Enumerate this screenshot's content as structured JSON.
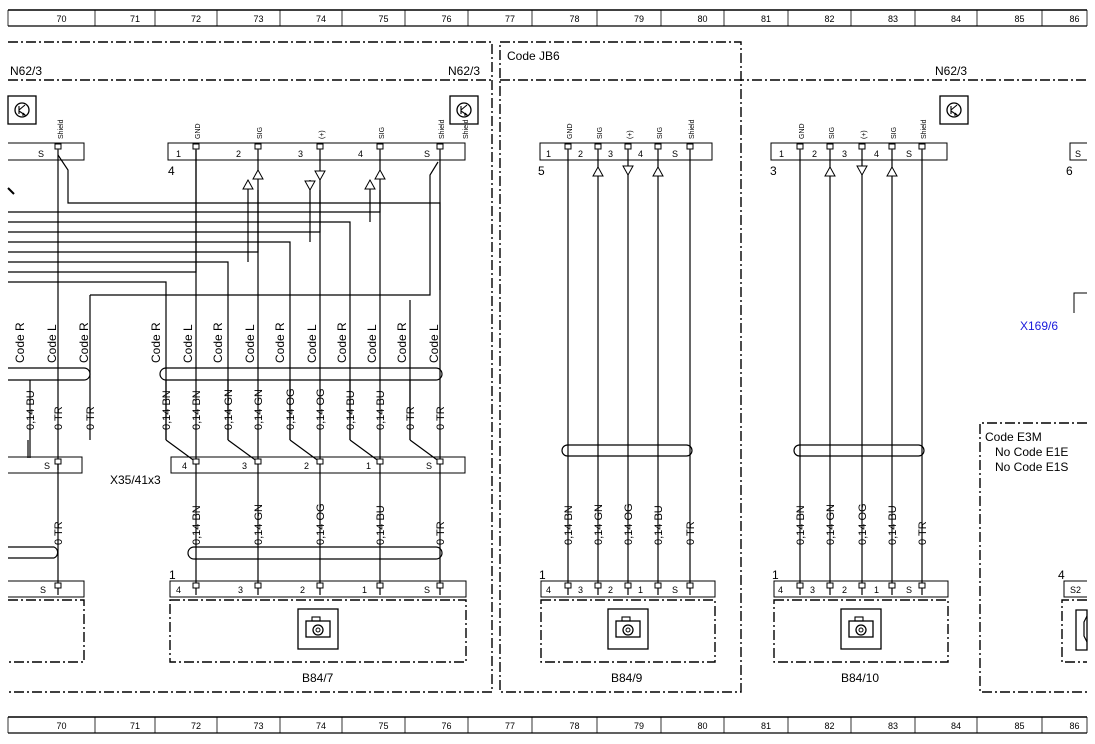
{
  "grid_numbers": [
    "70",
    "71",
    "72",
    "73",
    "74",
    "75",
    "76",
    "77",
    "78",
    "79",
    "80",
    "81",
    "82",
    "83",
    "84",
    "85",
    "86"
  ],
  "components": {
    "n62_left": "N62/3",
    "n62_mid": "N62/3",
    "n62_right": "N62/3",
    "code_jb6": "Code JB6",
    "connector_x169": "X169/6",
    "connector_x35": "X35/41x3",
    "b84_7": "B84/7",
    "b84_9": "B84/9",
    "b84_10": "B84/10"
  },
  "code_e3m": [
    "Code E3M",
    "No Code E1E",
    "No Code E1S"
  ],
  "pin_roles": {
    "gnd": "GND",
    "sig": "SIG",
    "plus": "(+)",
    "shield": "Shield"
  },
  "shield_abbr": "S",
  "code_left_labels": [
    "Code R",
    "Code L",
    "Code R"
  ],
  "code_mid_labels": [
    "Code R",
    "Code L",
    "Code R",
    "Code L",
    "Code R",
    "Code L",
    "Code R",
    "Code L",
    "Code R",
    "Code L"
  ],
  "wire_left": [
    "0,14 BU",
    "0 TR",
    "0 TR"
  ],
  "wire_mid": [
    "0,14 BN",
    "0,14 BN",
    "0,14 GN",
    "0,14 GN",
    "0,14 OG",
    "0,14 OG",
    "0,14 BU",
    "0,14 BU",
    "0 TR",
    "0 TR"
  ],
  "wire_sensor": [
    "0,14 BN",
    "0,14 GN",
    "0,14 OG",
    "0,14 BU",
    "0 TR"
  ],
  "pins": {
    "n62_left_shield": "S",
    "n62_mid": [
      "1",
      "2",
      "3",
      "4",
      "S"
    ],
    "n62_group": "4",
    "jb6_n62": [
      "1",
      "2",
      "3",
      "4",
      "S"
    ],
    "jb6_group": "5",
    "right_n62": [
      "1",
      "2",
      "3",
      "4",
      "S"
    ],
    "right_group": "3",
    "edge_group": "6",
    "x35": [
      "4",
      "3",
      "2",
      "1",
      "S"
    ],
    "b84_7": [
      "4",
      "3",
      "2",
      "1",
      "S"
    ],
    "b84_9": [
      "4",
      "3",
      "2",
      "1",
      "S"
    ],
    "b84_10": [
      "4",
      "3",
      "2",
      "1",
      "S"
    ],
    "sensor_group": "1",
    "e3m_group": "4"
  }
}
